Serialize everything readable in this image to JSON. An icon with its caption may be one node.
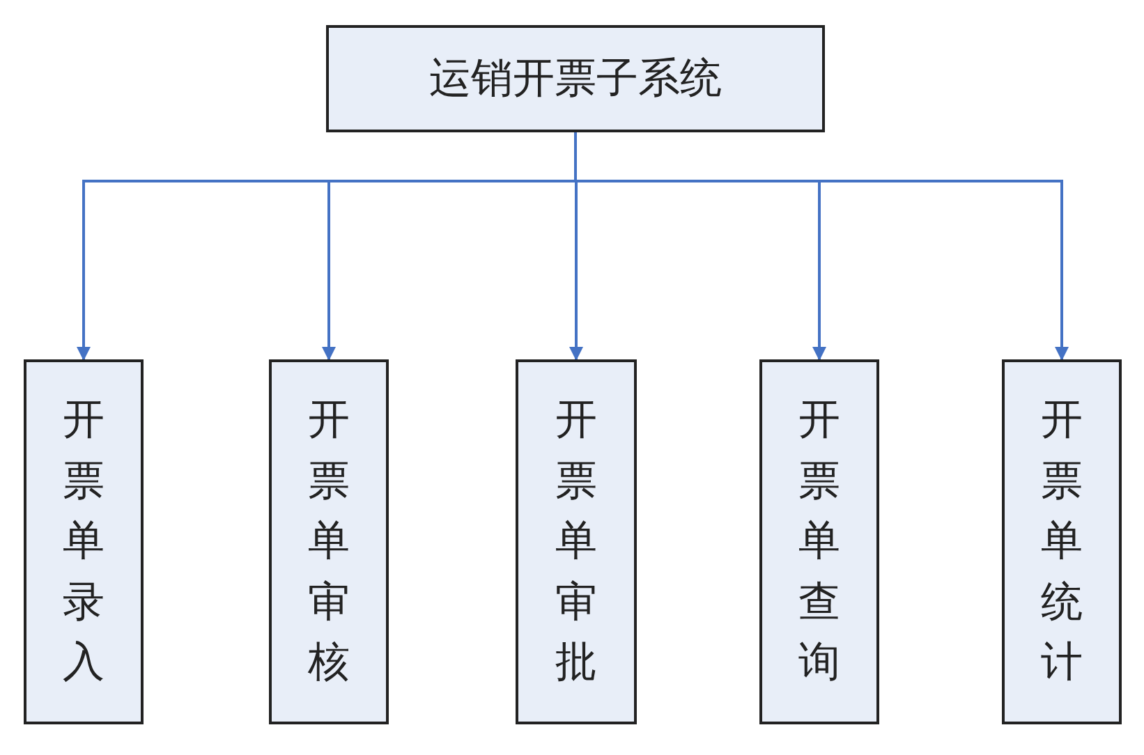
{
  "diagram": {
    "nodes": [
      {
        "text": [
          "运销开票子系统"
        ]
      },
      {
        "text": [
          "开票单录入"
        ]
      },
      {
        "text": [
          "开票单审核"
        ]
      },
      {
        "text": [
          "开票单审批"
        ]
      },
      {
        "text": [
          "开票单查询"
        ]
      },
      {
        "text": [
          "开票单统计"
        ]
      }
    ],
    "edges": [
      {
        "from": 0,
        "to": 1,
        "arrow": "to"
      },
      {
        "from": 0,
        "to": 2,
        "arrow": "to"
      },
      {
        "from": 0,
        "to": 3,
        "arrow": "to"
      },
      {
        "from": 0,
        "to": 4,
        "arrow": "to"
      },
      {
        "from": 0,
        "to": 5,
        "arrow": "to"
      }
    ]
  }
}
